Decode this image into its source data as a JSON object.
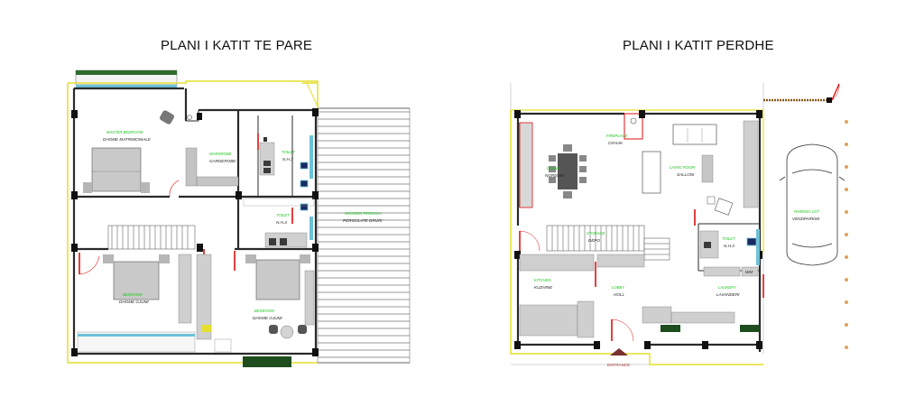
{
  "titles": {
    "left": "PLANI I KATIT TE PARE",
    "right": "PLANI I KATIT PERDHE"
  },
  "first_floor": {
    "master_bedroom": {
      "en": "MASTER BEDROOM",
      "al": "DHOME MATRIMONIALE"
    },
    "wardrobe": {
      "en": "WARDROBE",
      "al": "GARDEROBE"
    },
    "toilet_upper": {
      "en": "TOILET",
      "al": "N.H.3"
    },
    "toilet_mid": {
      "en": "TOILET",
      "al": "N.H.3"
    },
    "pergola": {
      "en": "WOODEN PERGOLA",
      "al": "PERGOLATE DRURI"
    },
    "bedroom_left": {
      "en": "BEDROOM",
      "al": "DHOME GJUMI"
    },
    "bedroom_right": {
      "en": "BEDROOM",
      "al": "DHOME GJUMI"
    }
  },
  "ground_floor": {
    "fireplace": {
      "en": "FIREPLACE",
      "al": "OXHAK"
    },
    "dining": {
      "en": "DINING",
      "al": "NGRENIE"
    },
    "living": {
      "en": "LIVING ROOM",
      "al": "SALLONI"
    },
    "storage": {
      "en": "STORAGE",
      "al": "DEPO"
    },
    "toilet": {
      "en": "TOILET",
      "al": "N.H.3"
    },
    "parking": {
      "en": "PARKING LOT",
      "al": "VENDPARKIM"
    },
    "kitchen": {
      "en": "KITCHEN",
      "al": "KUZHINE"
    },
    "lobby": {
      "en": "LOBBY",
      "al": "HOLL"
    },
    "laundry": {
      "en": "LAUNDRY",
      "al": "LAVANDERI"
    },
    "wm": "WM",
    "entrance": "ENTRANCE"
  }
}
